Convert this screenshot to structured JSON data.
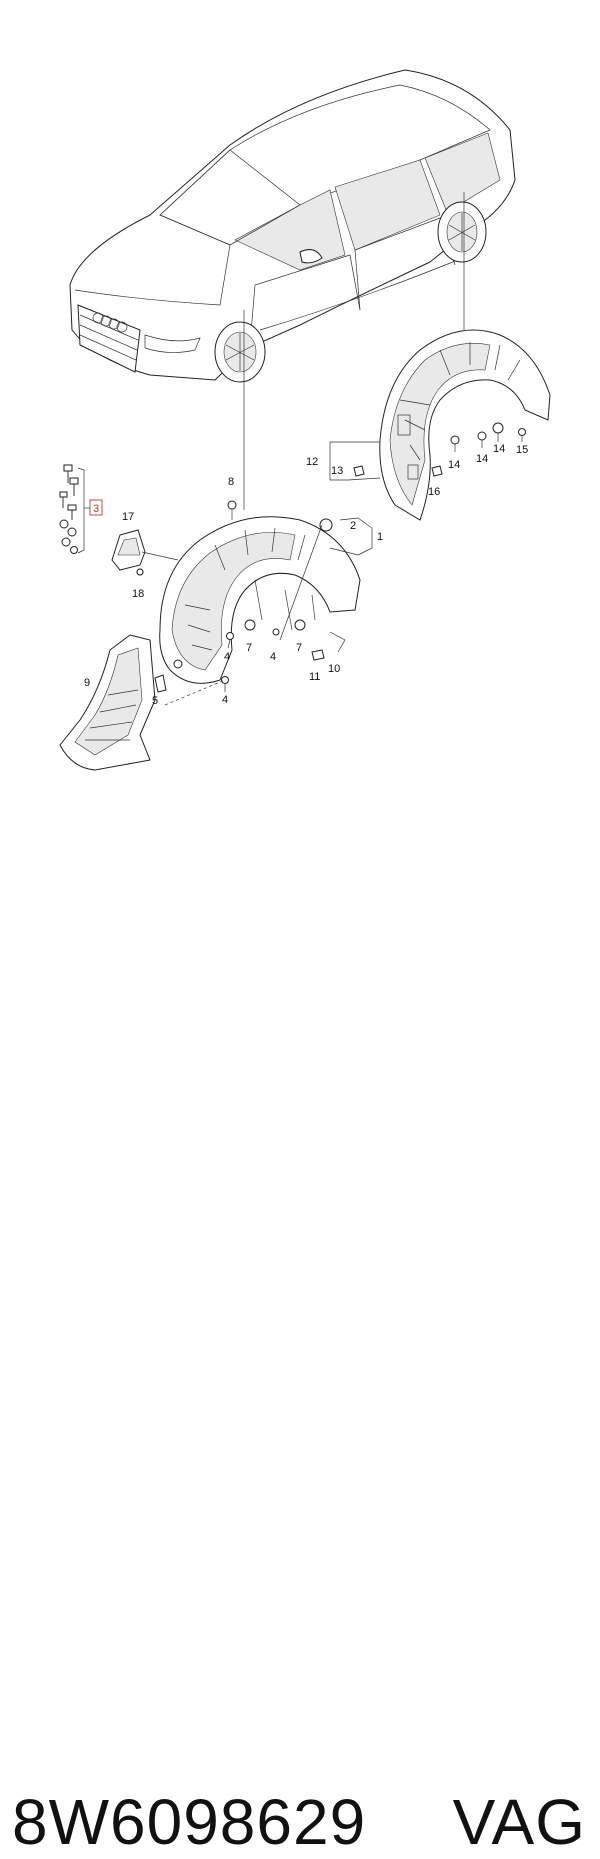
{
  "callouts": {
    "c1": "1",
    "c2": "2",
    "c3": "3",
    "c4a": "4",
    "c4b": "4",
    "c4c": "4",
    "c5": "5",
    "c7a": "7",
    "c7b": "7",
    "c8": "8",
    "c9": "9",
    "c10": "10",
    "c11": "11",
    "c12": "12",
    "c13": "13",
    "c14a": "14",
    "c14b": "14",
    "c14c": "14",
    "c15": "15",
    "c16": "16",
    "c17": "17",
    "c18": "18"
  },
  "footer": {
    "part_number": "8W6098629",
    "brand": "VAG"
  },
  "colors": {
    "highlight": "#c0392b",
    "line": "#222222"
  }
}
